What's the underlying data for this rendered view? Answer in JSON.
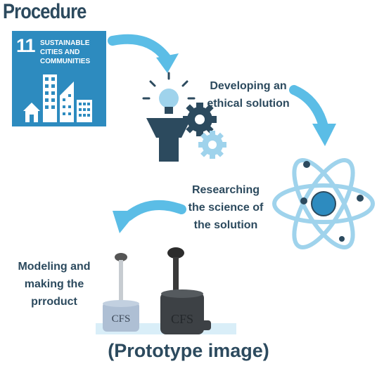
{
  "title": "Procedure",
  "sdg": {
    "number": "11",
    "label": "SUSTAINABLE CITIES AND COMMUNITIES"
  },
  "steps": {
    "ethical": "Developing an ethical solution",
    "science": "Researching the science of the solution",
    "modeling": "Modeling and making the prroduct"
  },
  "prototype": {
    "label1": "CFS",
    "label2": "CFS"
  },
  "caption": "(Prototype image)",
  "colors": {
    "heading": "#2c4a5e",
    "sdg_blue": "#2d8bbf",
    "arrow": "#5bbde6",
    "light_blue": "#9fd3ec"
  }
}
